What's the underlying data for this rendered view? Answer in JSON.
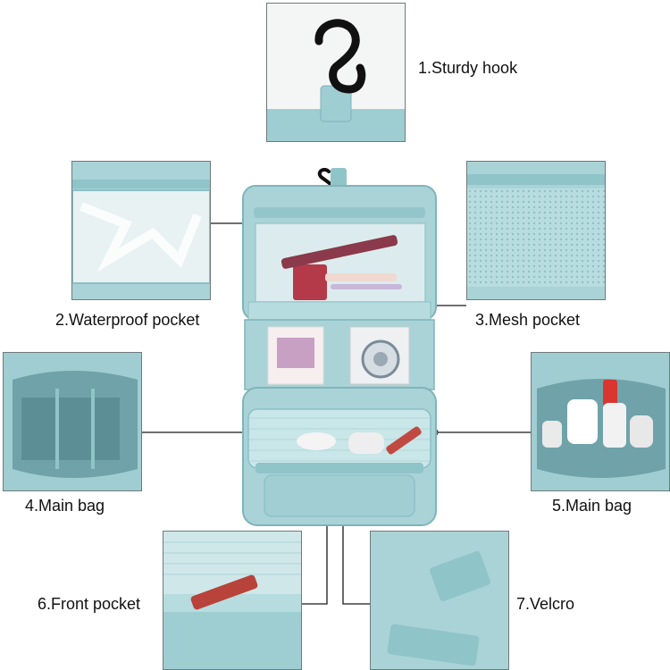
{
  "labels": {
    "hook": "1.Sturdy hook",
    "waterproof": "2.Waterproof pocket",
    "mesh": "3.Mesh pocket",
    "main_left": "4.Main bag",
    "main_right": "5.Main bag",
    "front": "6.Front pocket",
    "velcro": "7.Velcro"
  },
  "colors": {
    "fabric": "#a9d3d7",
    "fabric_dark": "#7fb4ba",
    "fabric_light": "#c9e6e8",
    "line": "#1a1a1a"
  }
}
